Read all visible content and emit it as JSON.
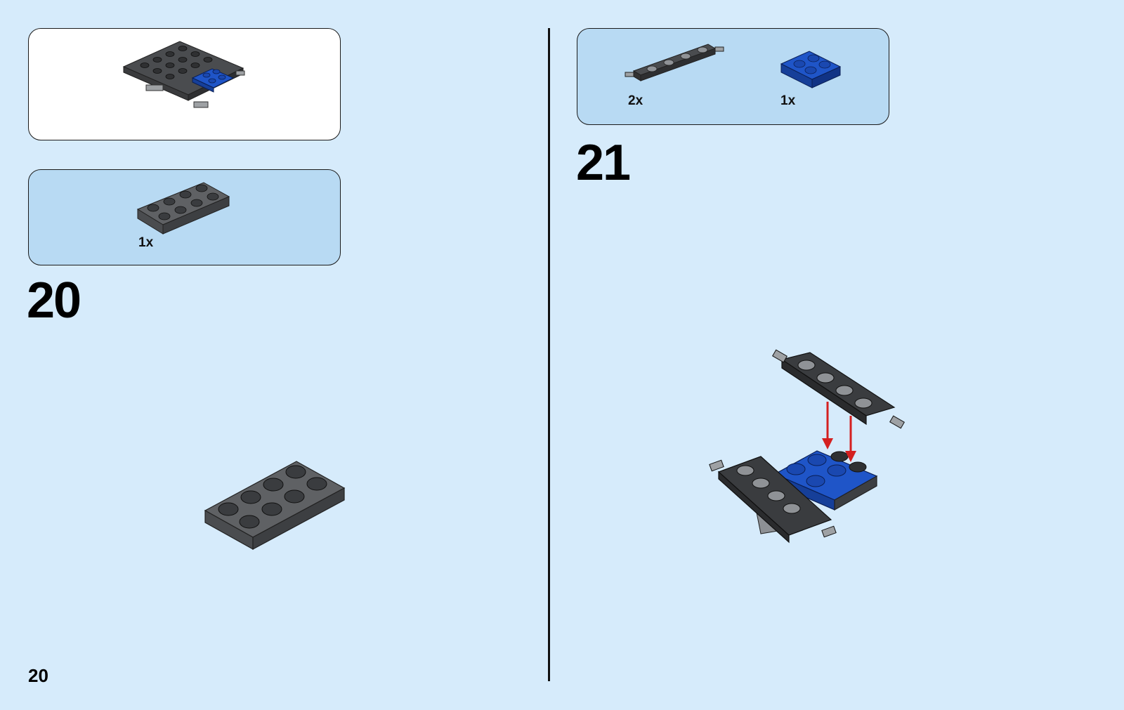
{
  "page": {
    "number": "20"
  },
  "left": {
    "overview_box": {
      "alt_icon": "assembled-chassis-illustration"
    },
    "parts_box": {
      "parts": [
        {
          "icon": "dark-gray-plate-2x4",
          "qty": "1x"
        }
      ]
    },
    "step": {
      "number": "20",
      "icon": "dark-gray-plate-2x4"
    }
  },
  "right": {
    "parts_box": {
      "parts": [
        {
          "icon": "wheel-axle-plate-2x4",
          "qty": "2x"
        },
        {
          "icon": "blue-plate-2x2",
          "qty": "1x"
        }
      ]
    },
    "step": {
      "number": "21",
      "icon": "axle-assembly-with-arrows"
    }
  },
  "colors": {
    "background": "#d6ebfb",
    "parts_box": "#b8daf3",
    "dark_gray": "#5a5c5f",
    "blue": "#1f55c8",
    "arrow_red": "#d42020"
  }
}
